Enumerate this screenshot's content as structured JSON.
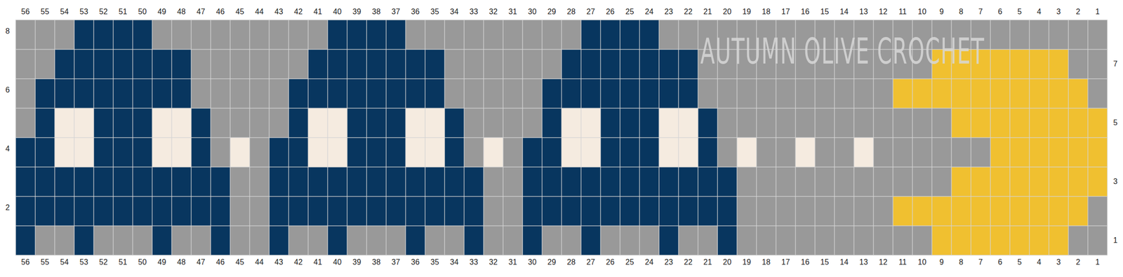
{
  "diagram": {
    "labels": [
      "56",
      "55",
      "54",
      "53",
      "52",
      "51",
      "50",
      "49",
      "48",
      "47",
      "46",
      "45",
      "44",
      "43",
      "42",
      "41",
      "40",
      "39",
      "38",
      "37",
      "36",
      "35",
      "34",
      "33",
      "32",
      "31",
      "30",
      "29",
      "28",
      "27",
      "26",
      "25",
      "24",
      "23",
      "22",
      "21",
      "20",
      "19",
      "18",
      "17",
      "16",
      "15",
      "14",
      "13",
      "12",
      "11",
      "10",
      "9",
      "8",
      "7",
      "6",
      "5",
      "4",
      "3",
      "2",
      "1",
      "8",
      "6",
      "4",
      "2",
      "7",
      "5",
      "3",
      "1",
      "AUTUMN OLIVE CROCHET",
      "56",
      "55",
      "54",
      "53",
      "52",
      "51",
      "50",
      "49",
      "48",
      "47",
      "46",
      "45",
      "44",
      "43",
      "42",
      "41",
      "40",
      "39",
      "38",
      "37",
      "36",
      "35",
      "34",
      "33",
      "32",
      "31",
      "30",
      "29",
      "28",
      "27",
      "26",
      "25",
      "24",
      "23",
      "22",
      "21",
      "20",
      "19",
      "18",
      "17",
      "16",
      "15",
      "14",
      "13",
      "12",
      "11",
      "10",
      "9",
      "8",
      "7",
      "6",
      "5",
      "4",
      "3",
      "2",
      "1"
    ]
  }
}
